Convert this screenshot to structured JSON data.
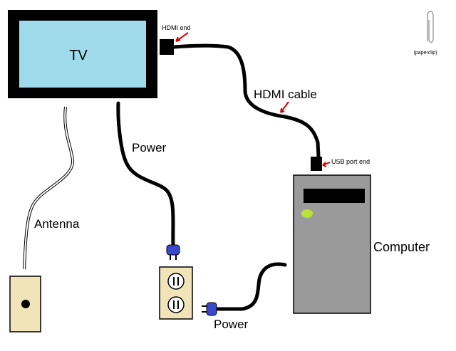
{
  "labels": {
    "tv": "TV",
    "hdmi_end": "HDMI end",
    "paperclip": "(paperclip)",
    "hdmi_cable": "HDMI cable",
    "power_tv": "Power",
    "usb_port_end": "USB port end",
    "antenna": "Antenna",
    "computer": "Computer",
    "power_computer": "Power"
  },
  "colors": {
    "tv_frame": "#000000",
    "tv_screen": "#9fdbea",
    "computer_case": "#9a9a9a",
    "outlet_plate": "#f0e4b8",
    "power_led": "#b8e23a",
    "plug": "#3a49c9",
    "arrow": "#d40000"
  }
}
